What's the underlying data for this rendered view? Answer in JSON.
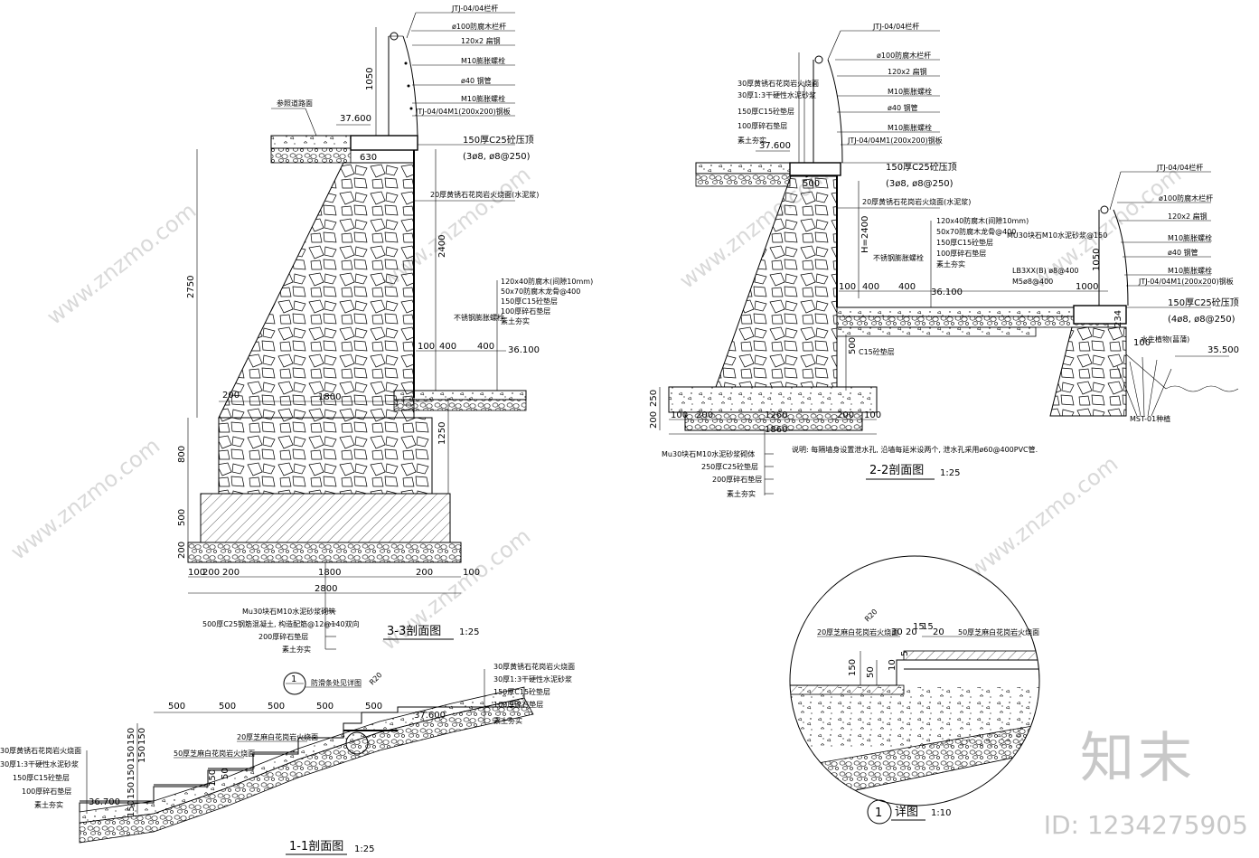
{
  "watermark": {
    "site": "www.znzmo.com",
    "logo": "知末",
    "id": "ID: 1234275905"
  },
  "section33": {
    "title": "3-3剖面图",
    "scale": "1:25",
    "rail_labels": [
      "JTJ-04/04栏杆",
      "ø100防腐木栏杆",
      "120x2 扁钢",
      "M10膨胀螺栓",
      "ø40 钢管",
      "M10膨胀螺栓",
      "JTJ-04/04M1(200x200)钢板"
    ],
    "beam": "150厚C25砼压顶",
    "beam_bar": "(3ø8, ø8@250)",
    "facing": "20厚黄锈石花岗岩火烧面(水泥浆)",
    "road": "参照道路面",
    "elev_top": "37.600",
    "elev_low": "36.100",
    "paving_labels": [
      "120x40防腐木(间隙10mm)",
      "50x70防腐木龙骨@400",
      "150厚C15砼垫层",
      "100厚碎石垫层",
      "素土夯实"
    ],
    "steel": "不锈钢膨胀螺栓",
    "dims": [
      "630",
      "2750",
      "2400",
      "1050",
      "1250",
      "800",
      "500",
      "200",
      "1800",
      "100",
      "400",
      "400",
      "200",
      "200",
      "1800",
      "200",
      "200",
      "100",
      "2800",
      "100"
    ],
    "base_labels": [
      "Mu30块石M10水泥砂浆砌筑",
      "500厚C25钢筋混凝土, 构造配筋@12@140双向",
      "200厚碎石垫层",
      "素土夯实"
    ]
  },
  "section22": {
    "title": "2-2剖面图",
    "scale": "1:25",
    "rail_labels": [
      "JTJ-04/04栏杆",
      "ø100防腐木栏杆",
      "120x2 扁钢",
      "M10膨胀螺栓",
      "ø40 钢管",
      "M10膨胀螺栓",
      "JTJ-04/04M1(200x200)钢板"
    ],
    "rail_labels_right": [
      "JTJ-04/04栏杆",
      "ø100防腐木栏杆",
      "120x2 扁钢",
      "M10膨胀螺栓",
      "ø40 钢管",
      "M10膨胀螺栓",
      "JTJ-04/04M1(200x200)钢板"
    ],
    "pave_left": [
      "30厚黄锈石花岗岩火烧面",
      "30厚1:3干硬性水泥砂浆",
      "150厚C15砼垫层",
      "100厚碎石垫层",
      "素土夯实"
    ],
    "elev_top": "37.600",
    "elev_mid": "36.100",
    "elev_water": "35.500",
    "beam": "150厚C25砼压顶",
    "beam_bar": "(3ø8, ø8@250)",
    "beam_r": "150厚C25砼压顶",
    "beam_bar_r": "(4ø8, ø8@250)",
    "facing": "20厚黄锈石花岗岩火烧面(水泥浆)",
    "dims": [
      "500",
      "H=2400",
      "100",
      "400",
      "400",
      "1000",
      "500",
      "250",
      "200",
      "100",
      "200",
      "1260",
      "200",
      "100",
      "1860",
      "1050",
      "234",
      "100"
    ],
    "paving_labels": [
      "120x40防腐木(间隙10mm)",
      "50x70防腐木龙骨@400",
      "150厚C15砼垫层",
      "100厚碎石垫层",
      "素土夯实",
      "MU30块石M10水泥砂浆@150",
      "LB3XX(B) ø8@400",
      "M5ø8@400"
    ],
    "steel": "不锈钢膨胀螺栓",
    "c15": "C15砼垫层",
    "plant": "水生植物(菖蒲)",
    "plant2": "MST-01种植",
    "base_labels": [
      "Mu30块石M10水泥砂浆砌体",
      "250厚C25砼垫层",
      "200厚碎石垫层",
      "素土夯实"
    ],
    "note": "说明: 每隔墙身设置泄水孔, 沿墙每延米设两个, 泄水孔采用ø60@400PVC管."
  },
  "section11": {
    "title": "1-1剖面图",
    "scale": "1:25",
    "callout": "1",
    "callout_text": "防滑条处见详图",
    "r": "R20",
    "elev_top": "37.600",
    "elev_low": "36.700",
    "step_top": "20厚芝麻白花岗岩火烧面",
    "step_rise": "50厚芝麻白花岗岩火烧面",
    "right_labels": [
      "30厚黄锈石花岗岩火烧面",
      "30厚1:3干硬性水泥砂浆",
      "150厚C15砼垫层",
      "100厚碎石垫层",
      "素土夯实"
    ],
    "left_labels": [
      "30厚黄锈石花岗岩火烧面",
      "30厚1:3干硬性水泥砂浆",
      "150厚C15砼垫层",
      "100厚碎石垫层",
      "素土夯实"
    ],
    "dims": [
      "500",
      "500",
      "500",
      "500",
      "500",
      "150",
      "150",
      "150",
      "150",
      "150",
      "150",
      "50",
      "150",
      "150"
    ]
  },
  "detail1": {
    "title": "详图",
    "number": "1",
    "scale": "1:10",
    "labels": [
      "20厚芝麻白花岗岩火烧面",
      "50厚芝麻白花岗岩火烧面"
    ],
    "r": "R20",
    "dims": [
      "30",
      "15",
      "15",
      "20",
      "150",
      "50",
      "5",
      "10",
      "20"
    ]
  }
}
